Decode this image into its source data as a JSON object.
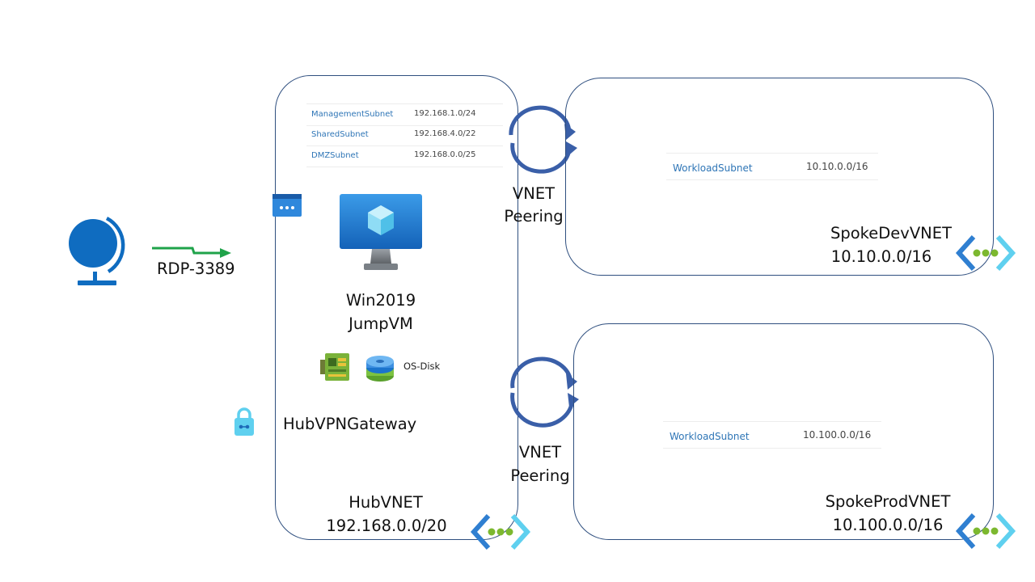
{
  "internet": {
    "icon": "globe-icon",
    "connection_label": "RDP-3389",
    "arrow_color": "#1fa34a"
  },
  "hub": {
    "name": "HubVNET",
    "cidr": "192.168.0.0/20",
    "subnets": [
      {
        "name": "ManagementSubnet",
        "cidr": "192.168.1.0/24"
      },
      {
        "name": "SharedSubnet",
        "cidr": "192.168.4.0/22"
      },
      {
        "name": "DMZSubnet",
        "cidr": "192.168.0.0/25"
      }
    ],
    "vm": {
      "line1": "Win2019",
      "line2": "JumpVM"
    },
    "disk_label": "OS-Disk",
    "gateway_label": "HubVPNGateway"
  },
  "peerings": [
    {
      "line1": "VNET",
      "line2": "Peering"
    },
    {
      "line1": "VNET",
      "line2": "Peering"
    }
  ],
  "spoke_dev": {
    "name": "SpokeDevVNET",
    "cidr": "10.10.0.0/16",
    "subnet": {
      "name": "WorkloadSubnet",
      "cidr": "10.10.0.0/16"
    }
  },
  "spoke_prod": {
    "name": "SpokeProdVNET",
    "cidr": "10.100.0.0/16",
    "subnet": {
      "name": "WorkloadSubnet",
      "cidr": "10.100.0.0/16"
    }
  },
  "colors": {
    "box_border": "#2f4f7f",
    "link_blue": "#2e75b6",
    "peering_arrow": "#3a5fa8",
    "vnet_icon_blue": "#2f7fd1",
    "vnet_icon_cyan": "#5fd0ef",
    "vnet_icon_dots": "#7cb82f"
  }
}
